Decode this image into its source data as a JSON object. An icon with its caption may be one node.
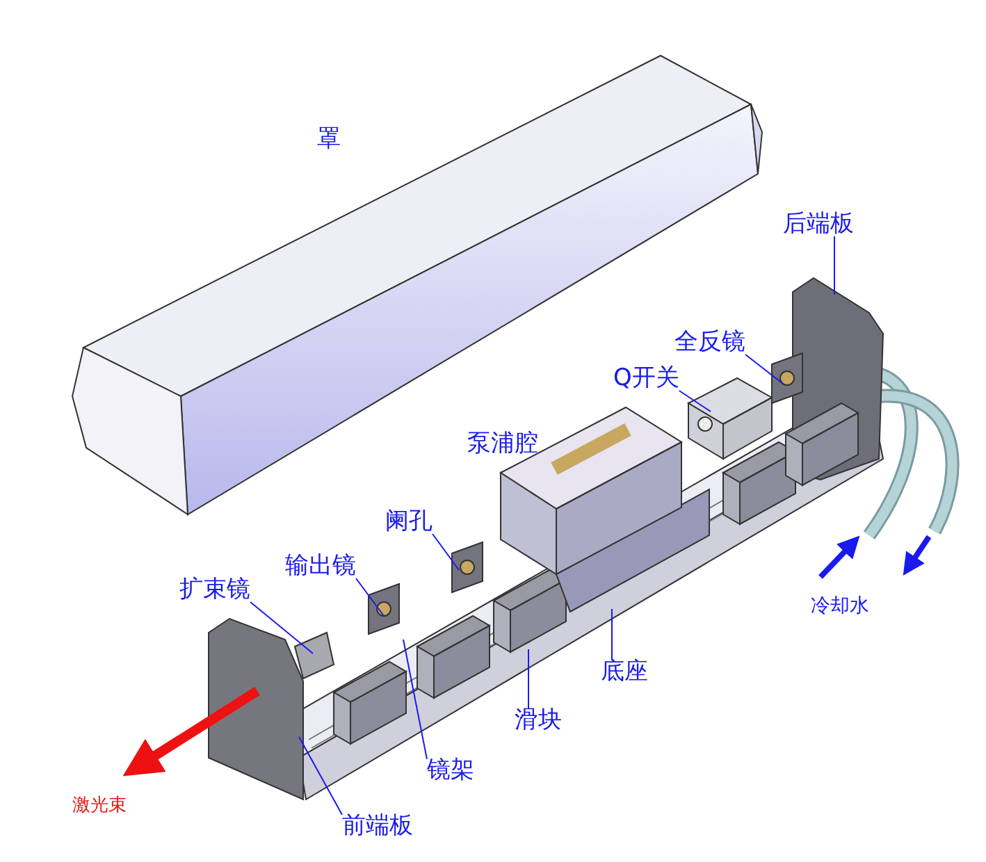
{
  "diagram": {
    "nodes": [
      {
        "text": [
          "后端板"
        ]
      },
      {
        "text": [
          "全反镜"
        ]
      },
      {
        "text": [
          "Q开关"
        ]
      },
      {
        "text": [
          "阑孔"
        ]
      },
      {
        "text": [
          "输出镜"
        ]
      },
      {
        "text": [
          "扩束镜"
        ]
      },
      {
        "text": [
          "底座"
        ]
      },
      {
        "text": [
          "滑块"
        ]
      },
      {
        "text": [
          "镜架"
        ]
      },
      {
        "text": [
          "前端板"
        ]
      }
    ],
    "edges": [
      {
        "from": 0,
        "to": null,
        "arrow": "none"
      },
      {
        "from": 1,
        "to": null,
        "arrow": "none"
      },
      {
        "from": 2,
        "to": null,
        "arrow": "none"
      },
      {
        "from": 3,
        "to": null,
        "arrow": "none"
      },
      {
        "from": 4,
        "to": null,
        "arrow": "none"
      },
      {
        "from": 5,
        "to": null,
        "arrow": "none"
      },
      {
        "from": 6,
        "to": null,
        "arrow": "none"
      },
      {
        "from": 7,
        "to": null,
        "arrow": "none"
      },
      {
        "from": 8,
        "to": null,
        "arrow": "none"
      },
      {
        "from": 9,
        "to": null,
        "arrow": "none"
      }
    ],
    "labels": [
      "罩",
      "泵浦腔",
      "冷却水",
      "激光束"
    ]
  }
}
